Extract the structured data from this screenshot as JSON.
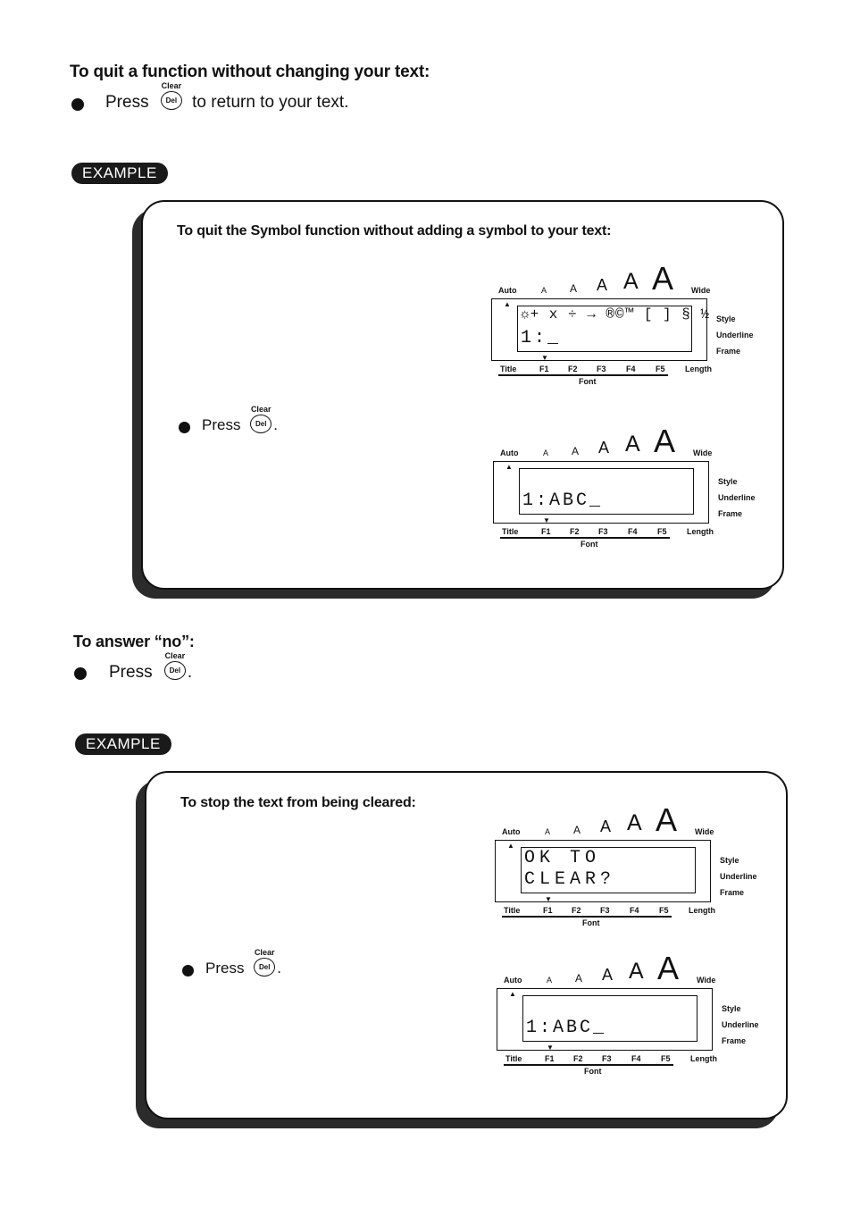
{
  "section1": {
    "heading": "To quit a function without changing your text:",
    "press": "Press",
    "rest": "to return to your text."
  },
  "key": {
    "clear": "Clear",
    "del": "Del"
  },
  "example_label": "EXAMPLE",
  "example1": {
    "title": "To quit the Symbol function without adding a symbol to your text:",
    "press": "Press",
    "period": "."
  },
  "section2": {
    "heading": "To answer “no”:",
    "press": "Press",
    "period": "."
  },
  "example2": {
    "title": "To stop the text from being cleared:",
    "press": "Press",
    "period": "."
  },
  "lcd_labels": {
    "auto": "Auto",
    "size_a": "A",
    "wide": "Wide",
    "style": "Style",
    "underline": "Underline",
    "frame": "Frame",
    "title": "Title",
    "f1": "F1",
    "f2": "F2",
    "f3": "F3",
    "f4": "F4",
    "f5": "F5",
    "length": "Length",
    "font": "Font"
  },
  "displays": {
    "d1_line1": "☼+ x ÷ → ®©™ [ ] § ½",
    "d1_line2": "1:_",
    "d2_line1": "1:ABC_",
    "d3_line1": "OK TO",
    "d3_line2": "CLEAR?",
    "d4_line1": "1:ABC_"
  }
}
